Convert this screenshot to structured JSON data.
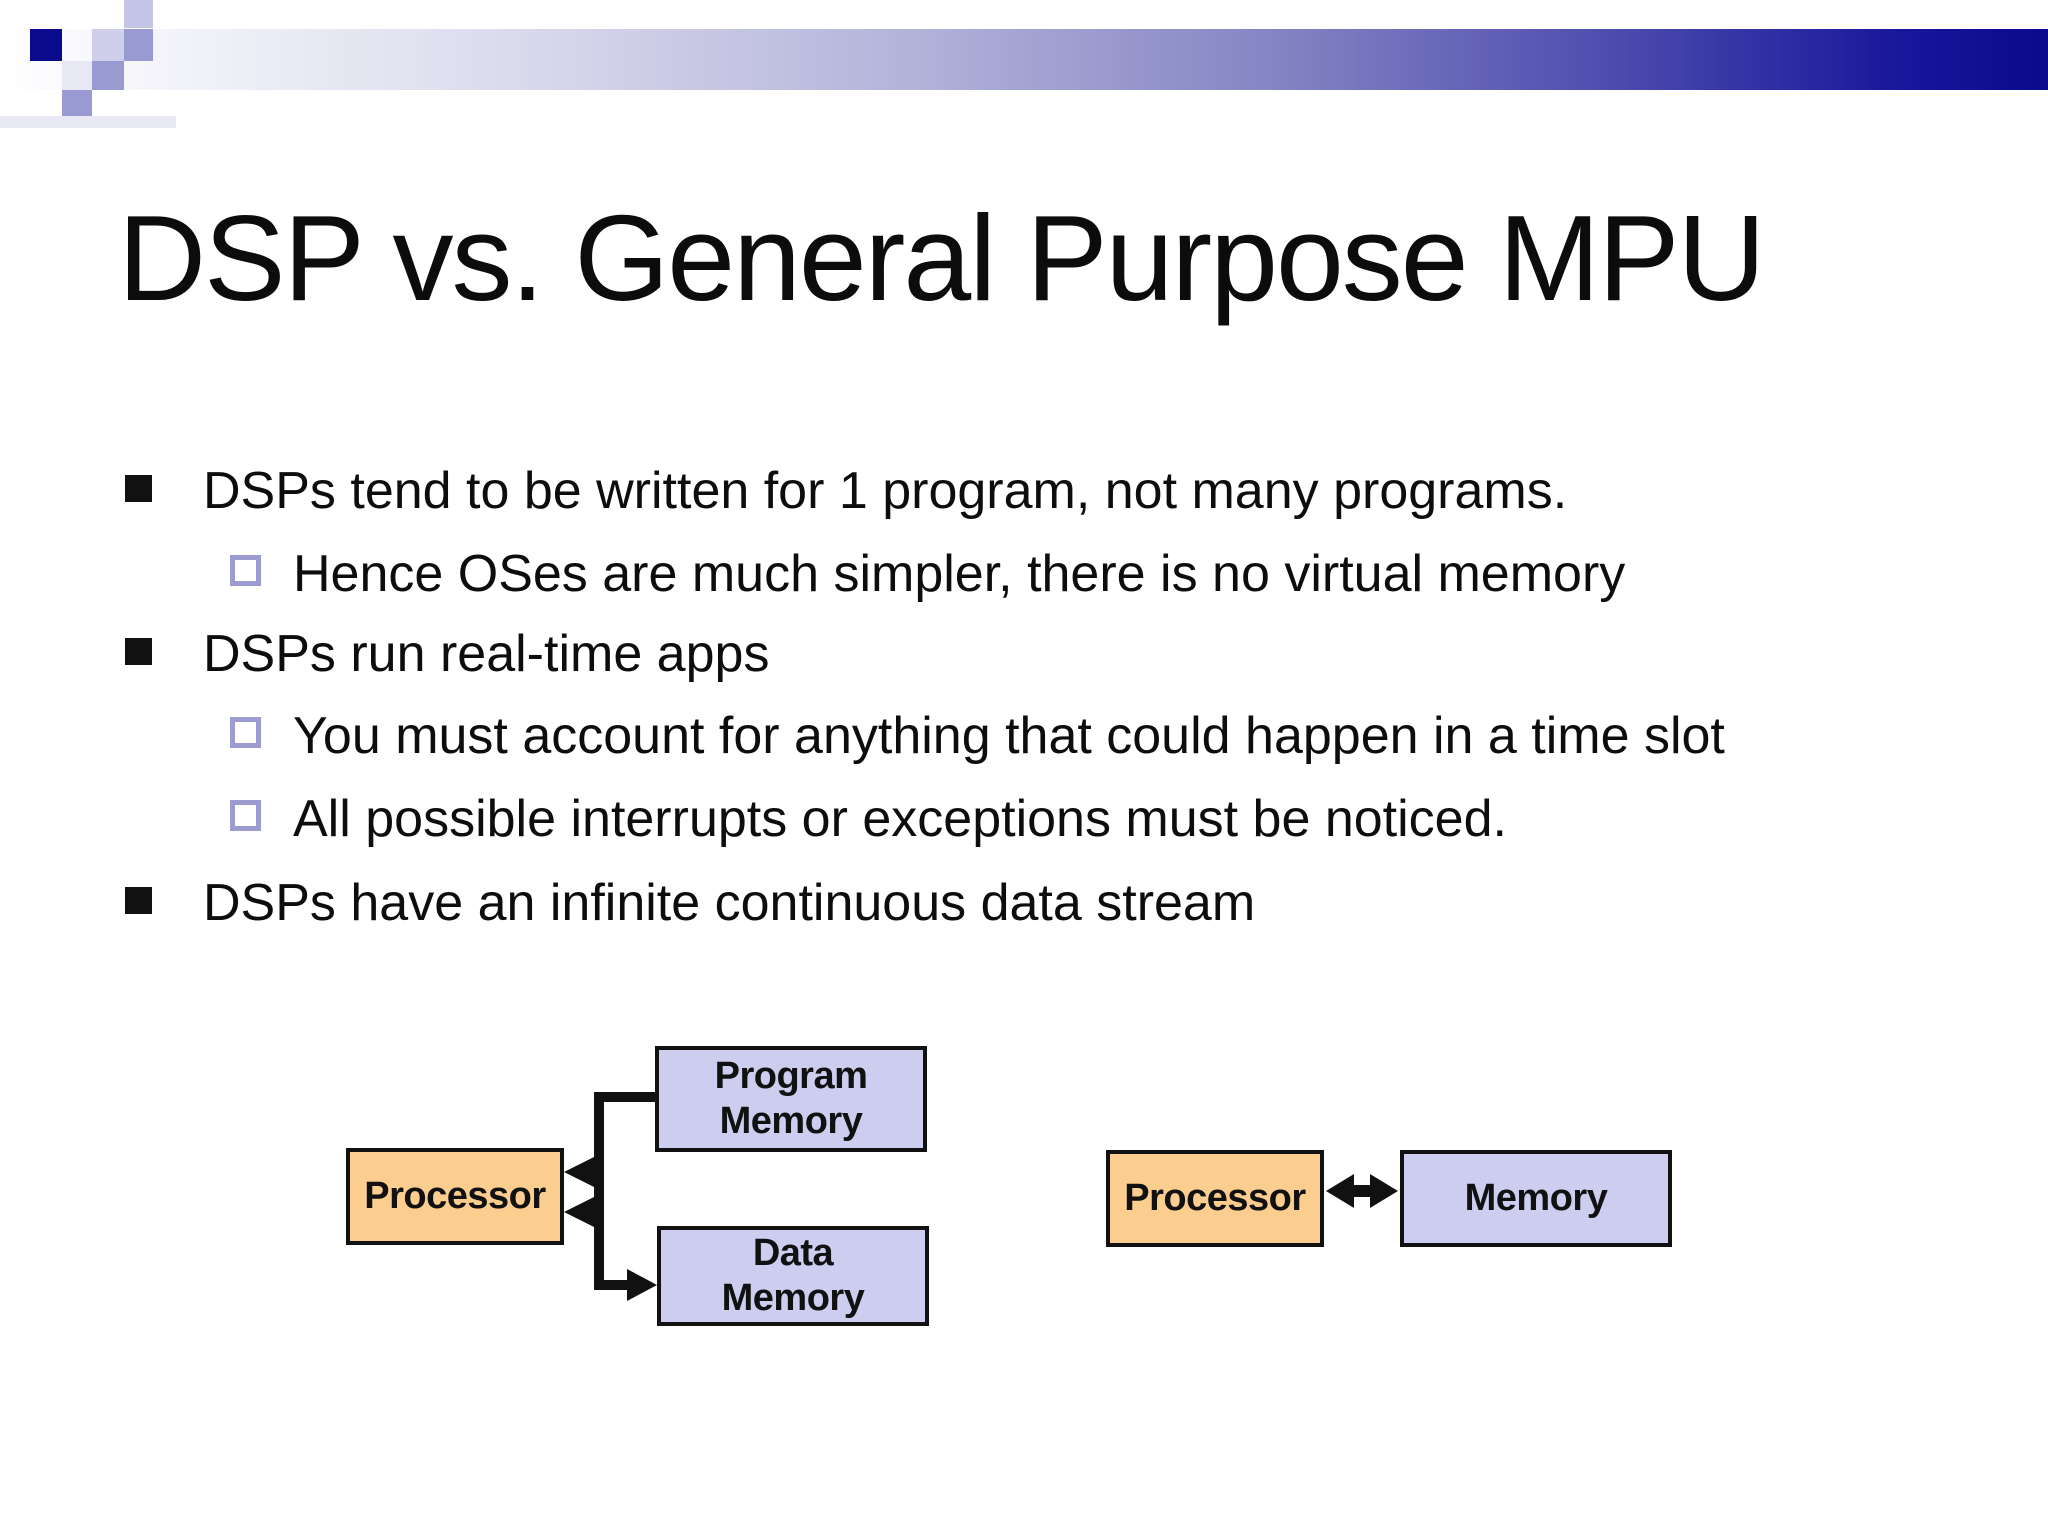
{
  "slide": {
    "title": "DSP vs. General Purpose MPU",
    "bullets": [
      {
        "level": 1,
        "text": "DSPs tend to be written for 1 program, not many programs."
      },
      {
        "level": 2,
        "text": "Hence OSes are much simpler, there is no virtual memory"
      },
      {
        "level": 1,
        "text": "DSPs run real-time apps"
      },
      {
        "level": 2,
        "text": "You must account for anything that could happen in a time slot"
      },
      {
        "level": 2,
        "text": "All possible interrupts or exceptions must be noticed."
      },
      {
        "level": 1,
        "text": "DSPs have an infinite continuous data stream"
      }
    ],
    "diagram_left": {
      "processor_label": "Processor",
      "program_memory_line1": "Program",
      "program_memory_line2": "Memory",
      "data_memory_line1": "Data",
      "data_memory_line2": "Memory"
    },
    "diagram_right": {
      "processor_label": "Processor",
      "memory_label": "Memory"
    },
    "colors": {
      "band_dark_blue": "#0a0a8c",
      "band_mid_lavender": "#9a9ad2",
      "processor_fill": "#fbcd8e",
      "memory_fill": "#cdcdf0",
      "bullet_square": "#111111",
      "sub_bullet_outline": "#9c9cd0"
    }
  }
}
